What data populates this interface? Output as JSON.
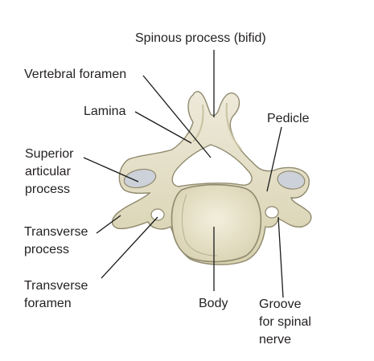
{
  "labels": {
    "spinous": "Spinous process (bifid)",
    "vertebral_foramen": "Vertebral foramen",
    "lamina": "Lamina",
    "pedicle": "Pedicle",
    "superior_articular_1": "Superior",
    "superior_articular_2": "articular",
    "superior_articular_3": "process",
    "transverse_process_1": "Transverse",
    "transverse_process_2": "process",
    "transverse_foramen_1": "Transverse",
    "transverse_foramen_2": "foramen",
    "body": "Body",
    "groove_1": "Groove",
    "groove_2": "for spinal",
    "groove_3": "nerve"
  },
  "colors": {
    "bone": "#eae5cf",
    "bone_shadow": "#cfc8a6",
    "bone_outline": "#8f8a6e",
    "facet": "#c9cdd6",
    "leader": "#1a1a1a",
    "text": "#231f20"
  }
}
